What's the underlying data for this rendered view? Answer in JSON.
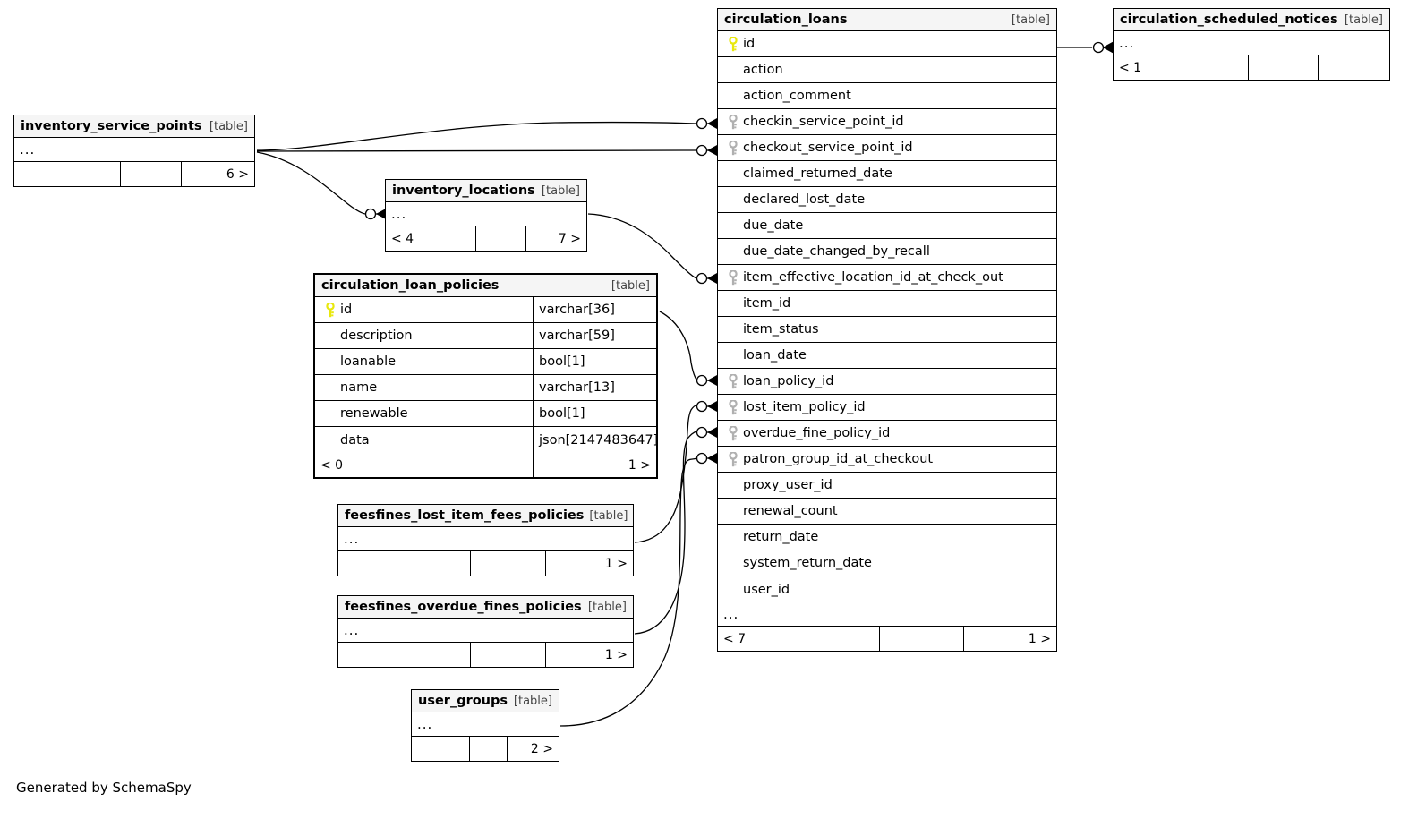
{
  "diagram": {
    "credit": "Generated by SchemaSpy",
    "table_tag": "[table]",
    "ellipsis": "...",
    "colors": {
      "pk_key": "#e8e80c",
      "fk_key": "#b0b0b0",
      "title_bg": "#f5f5f5",
      "line": "#000000",
      "background": "#ffffff"
    }
  },
  "tables": {
    "circulation_loans": {
      "name": "circulation_loans",
      "tag": "[table]",
      "columns": [
        {
          "name": "id",
          "key": "pk"
        },
        {
          "name": "action",
          "key": "none"
        },
        {
          "name": "action_comment",
          "key": "none"
        },
        {
          "name": "checkin_service_point_id",
          "key": "fk"
        },
        {
          "name": "checkout_service_point_id",
          "key": "fk"
        },
        {
          "name": "claimed_returned_date",
          "key": "none"
        },
        {
          "name": "declared_lost_date",
          "key": "none"
        },
        {
          "name": "due_date",
          "key": "none"
        },
        {
          "name": "due_date_changed_by_recall",
          "key": "none"
        },
        {
          "name": "item_effective_location_id_at_check_out",
          "key": "fk"
        },
        {
          "name": "item_id",
          "key": "none"
        },
        {
          "name": "item_status",
          "key": "none"
        },
        {
          "name": "loan_date",
          "key": "none"
        },
        {
          "name": "loan_policy_id",
          "key": "fk"
        },
        {
          "name": "lost_item_policy_id",
          "key": "fk"
        },
        {
          "name": "overdue_fine_policy_id",
          "key": "fk"
        },
        {
          "name": "patron_group_id_at_checkout",
          "key": "fk"
        },
        {
          "name": "proxy_user_id",
          "key": "none"
        },
        {
          "name": "renewal_count",
          "key": "none"
        },
        {
          "name": "return_date",
          "key": "none"
        },
        {
          "name": "system_return_date",
          "key": "none"
        },
        {
          "name": "user_id",
          "key": "none"
        }
      ],
      "more_row": "...",
      "footer": [
        "< 7",
        "",
        "1 >"
      ]
    },
    "circulation_scheduled_notices": {
      "name": "circulation_scheduled_notices",
      "tag": "[table]",
      "more_row": "...",
      "footer": [
        "< 1",
        "",
        ""
      ]
    },
    "inventory_service_points": {
      "name": "inventory_service_points",
      "tag": "[table]",
      "more_row": "...",
      "footer": [
        "",
        "",
        "6 >"
      ]
    },
    "inventory_locations": {
      "name": "inventory_locations",
      "tag": "[table]",
      "more_row": "...",
      "footer": [
        "< 4",
        "",
        "7 >"
      ]
    },
    "circulation_loan_policies": {
      "name": "circulation_loan_policies",
      "tag": "[table]",
      "columns": [
        {
          "name": "id",
          "type": "varchar[36]",
          "key": "pk"
        },
        {
          "name": "description",
          "type": "varchar[59]",
          "key": "none"
        },
        {
          "name": "loanable",
          "type": "bool[1]",
          "key": "none"
        },
        {
          "name": "name",
          "type": "varchar[13]",
          "key": "none"
        },
        {
          "name": "renewable",
          "type": "bool[1]",
          "key": "none"
        },
        {
          "name": "data",
          "type": "json[2147483647]",
          "key": "none"
        }
      ],
      "footer": [
        "< 0",
        "",
        "1 >"
      ]
    },
    "feesfines_lost_item_fees_policies": {
      "name": "feesfines_lost_item_fees_policies",
      "tag": "[table]",
      "more_row": "...",
      "footer": [
        "",
        "",
        "1 >"
      ]
    },
    "feesfines_overdue_fines_policies": {
      "name": "feesfines_overdue_fines_policies",
      "tag": "[table]",
      "more_row": "...",
      "footer": [
        "",
        "",
        "1 >"
      ]
    },
    "user_groups": {
      "name": "user_groups",
      "tag": "[table]",
      "more_row": "...",
      "footer": [
        "",
        "",
        "2 >"
      ]
    }
  },
  "relationships": [
    {
      "from": "circulation_loans.id",
      "to": "circulation_scheduled_notices",
      "cardinality": "zero-or-many"
    },
    {
      "from": "inventory_service_points",
      "to": "circulation_loans.checkin_service_point_id",
      "cardinality": "zero-or-many"
    },
    {
      "from": "inventory_service_points",
      "to": "circulation_loans.checkout_service_point_id",
      "cardinality": "zero-or-many"
    },
    {
      "from": "inventory_service_points",
      "to": "inventory_locations",
      "cardinality": "zero-or-many"
    },
    {
      "from": "inventory_locations",
      "to": "circulation_loans.item_effective_location_id_at_check_out",
      "cardinality": "zero-or-many"
    },
    {
      "from": "circulation_loan_policies",
      "to": "circulation_loans.loan_policy_id",
      "cardinality": "zero-or-many"
    },
    {
      "from": "feesfines_lost_item_fees_policies",
      "to": "circulation_loans.lost_item_policy_id",
      "cardinality": "zero-or-many"
    },
    {
      "from": "feesfines_overdue_fines_policies",
      "to": "circulation_loans.overdue_fine_policy_id",
      "cardinality": "zero-or-many"
    },
    {
      "from": "user_groups",
      "to": "circulation_loans.patron_group_id_at_checkout",
      "cardinality": "zero-or-many"
    }
  ]
}
